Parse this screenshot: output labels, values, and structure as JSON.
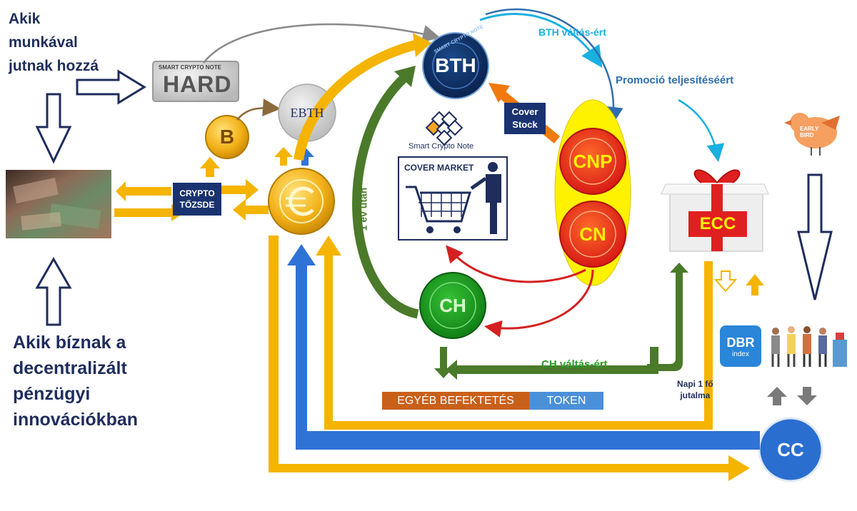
{
  "texts": {
    "top_left": [
      "Akik",
      "munkával",
      "jutnak hozzá"
    ],
    "bottom_left": [
      "Akik bíznak a",
      "decentralizált",
      "pénzügyi",
      "innovációkban"
    ],
    "hard_small": "SMART CRYPTO NOTE",
    "hard": "HARD",
    "ebth": "EBTH",
    "crypto_tozsde": [
      "CRYPTO",
      "TŐZSDE"
    ],
    "bth": "BTH",
    "coin_ring": "SMART CRYPTO NOTE",
    "bth_valtas": "BTH váltás-ért",
    "promocio": "Promoció teljesítéséért",
    "cover_stock": [
      "Cover",
      "Stock"
    ],
    "smart_crypto_note": "Smart Crypto Note",
    "cover_market": "COVER MARKET",
    "cnp": "CNP",
    "cn": "CN",
    "ecc": "ECC",
    "egy_ev_utan": "1 év után",
    "ch": "CH",
    "ch_valtas": "CH váltás-ért",
    "egyeb_befektetes": "EGYÉB BEFEKTETÉS",
    "token": "TOKEN",
    "napi": [
      "Napi 1 fő",
      "jutalma"
    ],
    "dbr": "DBR",
    "dbr_index": "index",
    "early_bird": [
      "EARLY",
      "BIRD"
    ],
    "cc": "CC"
  },
  "colors": {
    "navy": "#1f2d5c",
    "gold": "#f5b400",
    "blue": "#2f73d6",
    "green": "#4a7a2a",
    "orange": "#f07a10",
    "red": "#d42020",
    "cyan": "#1ab0e0",
    "steel": "#2f6eb0"
  }
}
